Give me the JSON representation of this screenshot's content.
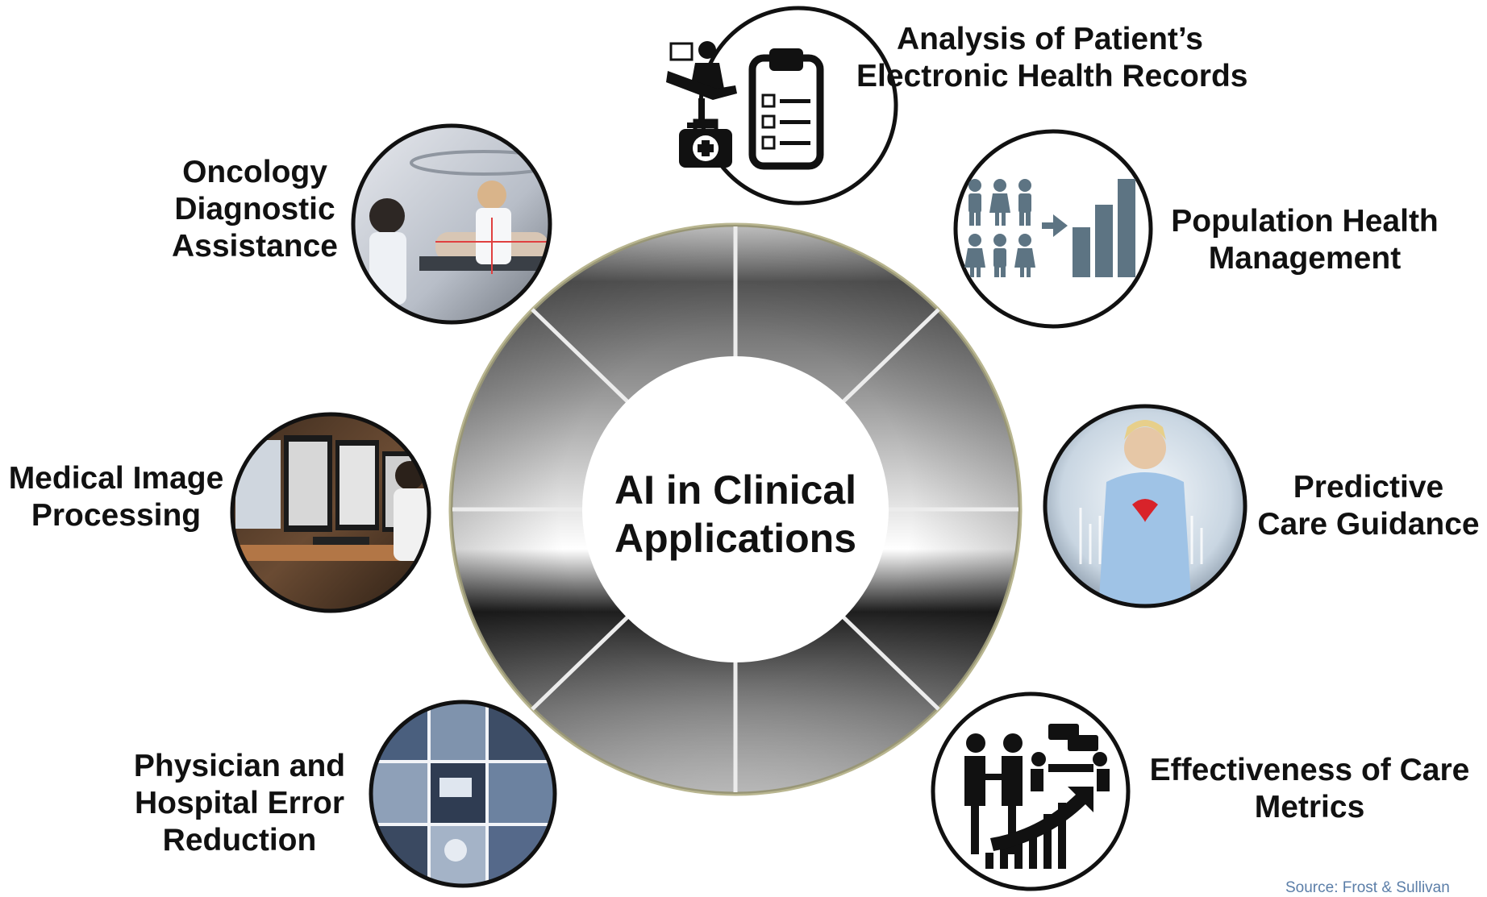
{
  "center": {
    "line1": "AI in Clinical",
    "line2": "Applications"
  },
  "applications": [
    {
      "line1": "Analysis of Patient’s",
      "line2": "Electronic Health Records",
      "icon": "ehr-clipboard-icon"
    },
    {
      "line1": "Population Health",
      "line2": "Management",
      "icon": "population-chart-icon"
    },
    {
      "line1": "Predictive",
      "line2": "Care Guidance",
      "icon": "doctor-heart-photo"
    },
    {
      "line1": "Effectiveness of Care",
      "line2": "Metrics",
      "icon": "handshake-growth-icon"
    },
    {
      "line1": "Physician and",
      "line2": "Hospital Error",
      "line3": "Reduction",
      "icon": "hospital-collage-photo"
    },
    {
      "line1": "Medical Image",
      "line2": "Processing",
      "icon": "radiology-monitors-photo"
    },
    {
      "line1": "Oncology",
      "line2": "Diagnostic",
      "line3": "Assistance",
      "icon": "radiotherapy-photo"
    }
  ],
  "source": "Source: Frost & Sullivan",
  "colors": {
    "ring_dark": "#2e2e2e",
    "ring_light": "#f2f2f2",
    "ring_rim": "#b9b690",
    "icon_slate": "#5d7483",
    "circle_border": "#111111"
  }
}
